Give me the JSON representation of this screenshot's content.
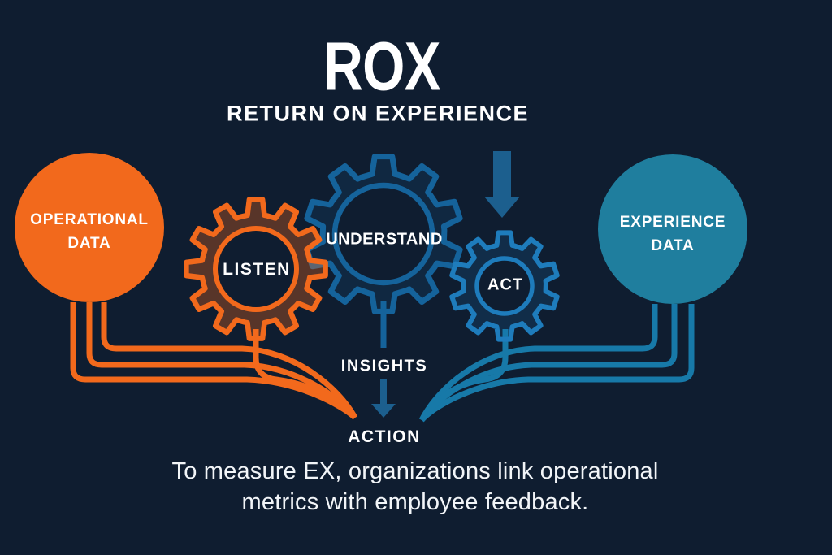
{
  "title": "ROX",
  "subtitle": "RETURN ON EXPERIENCE",
  "colors": {
    "background": "#0F1D30",
    "orange": "#F2691C",
    "orange_tint": "#F2691C52",
    "understand_blue": "#15639B",
    "understand_tint": "#1E6EAA26",
    "act_blue": "#1E7CBC",
    "act_tint": "#1E7CBC2E",
    "arrow_steel_blue": "#1C5F8E",
    "teal": "#1F7E9E",
    "teal_line": "#1779A8",
    "text_white": "#FFFFFF"
  },
  "nodes": {
    "operational_data": {
      "lines": [
        "OPERATIONAL",
        "DATA"
      ]
    },
    "listen": {
      "label": "LISTEN"
    },
    "understand": {
      "label": "UNDERSTAND"
    },
    "act": {
      "label": "ACT"
    },
    "experience_data": {
      "lines": [
        "EXPERIENCE",
        "DATA"
      ]
    },
    "insights": {
      "label": "INSIGHTS"
    },
    "action": {
      "label": "ACTION"
    }
  },
  "caption": {
    "lines": [
      "To measure EX, organizations link operational",
      "metrics with employee feedback."
    ]
  }
}
